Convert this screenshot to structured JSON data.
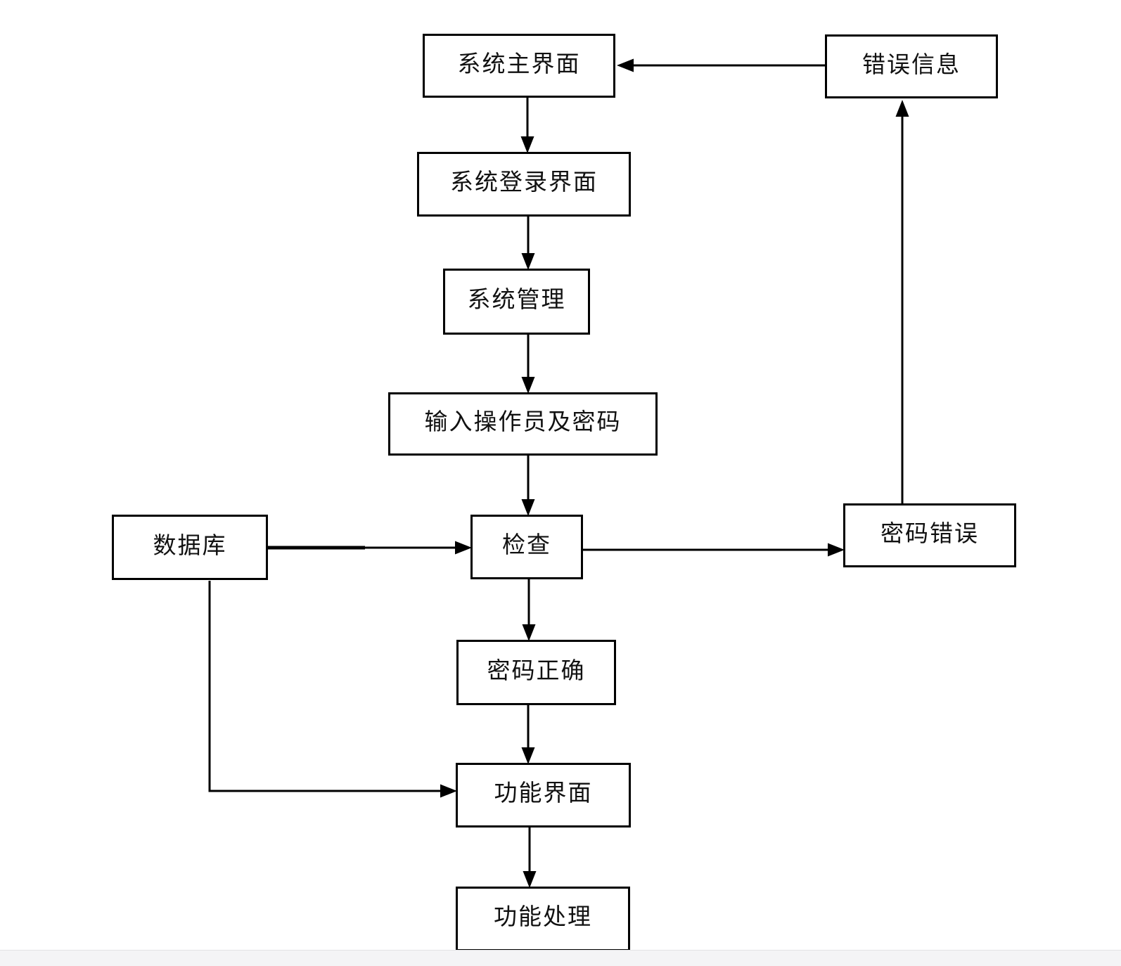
{
  "page": {
    "background_color": "#ffffff",
    "line_color": "#000000",
    "text_color": "#111111",
    "bottom_strip_color": "#f4f4f6"
  },
  "diagram": {
    "type": "flowchart",
    "nodes": [
      {
        "id": "main-interface",
        "label": "系统主界面"
      },
      {
        "id": "error-info",
        "label": "错误信息"
      },
      {
        "id": "login-interface",
        "label": "系统登录界面"
      },
      {
        "id": "system-management",
        "label": "系统管理"
      },
      {
        "id": "input-operator-password",
        "label": "输入操作员及密码"
      },
      {
        "id": "database",
        "label": "数据库"
      },
      {
        "id": "check",
        "label": "检查"
      },
      {
        "id": "password-wrong",
        "label": "密码错误"
      },
      {
        "id": "password-correct",
        "label": "密码正确"
      },
      {
        "id": "function-interface",
        "label": "功能界面"
      },
      {
        "id": "function-processing",
        "label": "功能处理"
      }
    ],
    "edges": [
      {
        "from": "系统主界面",
        "to": "系统登录界面"
      },
      {
        "from": "错误信息",
        "to": "系统主界面"
      },
      {
        "from": "系统登录界面",
        "to": "系统管理"
      },
      {
        "from": "系统管理",
        "to": "输入操作员及密码"
      },
      {
        "from": "输入操作员及密码",
        "to": "检查"
      },
      {
        "from": "数据库",
        "to": "检查"
      },
      {
        "from": "检查",
        "to": "密码错误"
      },
      {
        "from": "密码错误",
        "to": "错误信息"
      },
      {
        "from": "检查",
        "to": "密码正确"
      },
      {
        "from": "密码正确",
        "to": "功能界面"
      },
      {
        "from": "数据库",
        "to": "功能界面"
      },
      {
        "from": "功能界面",
        "to": "功能处理"
      }
    ]
  }
}
